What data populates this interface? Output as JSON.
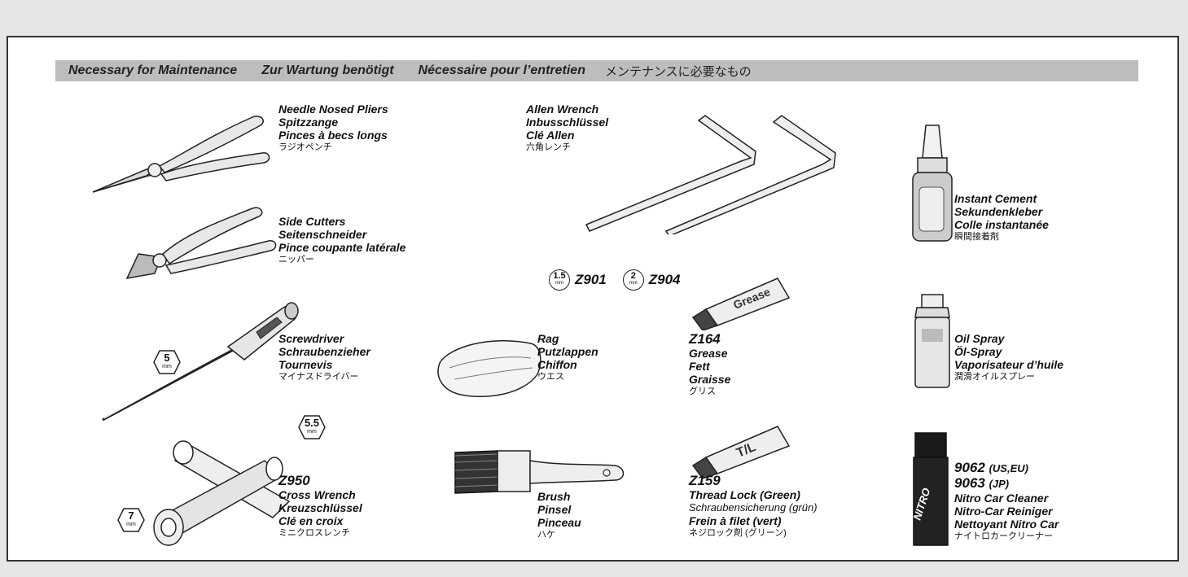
{
  "header": {
    "en": "Necessary for Maintenance",
    "de": "Zur Wartung benötigt",
    "fr": "Nécessaire pour l’entretien",
    "jp": "メンテナンスに必要なもの"
  },
  "items": {
    "pliers": {
      "en": "Needle Nosed Pliers",
      "de": "Spitzzange",
      "fr": "Pinces à becs longs",
      "jp": "ラジオペンチ"
    },
    "cutters": {
      "en": "Side Cutters",
      "de": "Seitenschneider",
      "fr": "Pince coupante latérale",
      "jp": "ニッパー"
    },
    "screwdriver": {
      "en": "Screwdriver",
      "de": "Schraubenzieher",
      "fr": "Tournevis",
      "jp": "マイナスドライバー"
    },
    "cross_wrench": {
      "code": "Z950",
      "en": "Cross Wrench",
      "de": "Kreuzschlüssel",
      "fr": "Clé en croix",
      "jp": "ミニクロスレンチ",
      "sizes": [
        {
          "v": "5",
          "u": "mm"
        },
        {
          "v": "5.5",
          "u": "mm"
        },
        {
          "v": "7",
          "u": "mm"
        }
      ]
    },
    "allen": {
      "en": "Allen Wrench",
      "de": "Inbusschlüssel",
      "fr": "Clé Allen",
      "jp": "六角レンチ",
      "sizes": [
        {
          "v": "1.5",
          "u": "mm",
          "code": "Z901"
        },
        {
          "v": "2",
          "u": "mm",
          "code": "Z904"
        }
      ]
    },
    "rag": {
      "en": "Rag",
      "de": "Putzlappen",
      "fr": "Chiffon",
      "jp": "ウエス"
    },
    "brush": {
      "en": "Brush",
      "de": "Pinsel",
      "fr": "Pinceau",
      "jp": "ハケ"
    },
    "grease": {
      "code": "Z164",
      "en": "Grease",
      "de": "Fett",
      "fr": "Graisse",
      "jp": "グリス",
      "tube_label": "Grease"
    },
    "threadlock": {
      "code": "Z159",
      "en": "Thread Lock (Green)",
      "de": "Schraubensicherung (grün)",
      "fr": "Frein à filet (vert)",
      "jp": "ネジロック剤 (グリーン)",
      "tube_label": "T/L"
    },
    "cement": {
      "en": "Instant Cement",
      "de": "Sekundenkleber",
      "fr": "Colle instantanée",
      "jp": "瞬間接着剤"
    },
    "oil": {
      "en": "Oil Spray",
      "de": "Öl-Spray",
      "fr": "Vaporisateur d’huile",
      "jp": "潤滑オイルスプレー"
    },
    "cleaner": {
      "code1": "9062",
      "region1": "(US,EU)",
      "code2": "9063",
      "region2": "(JP)",
      "en": "Nitro Car Cleaner",
      "de": "Nitro-Car Reiniger",
      "fr": "Nettoyant Nitro Car",
      "jp": "ナイトロカークリーナー",
      "can_label": "NITRO"
    }
  }
}
